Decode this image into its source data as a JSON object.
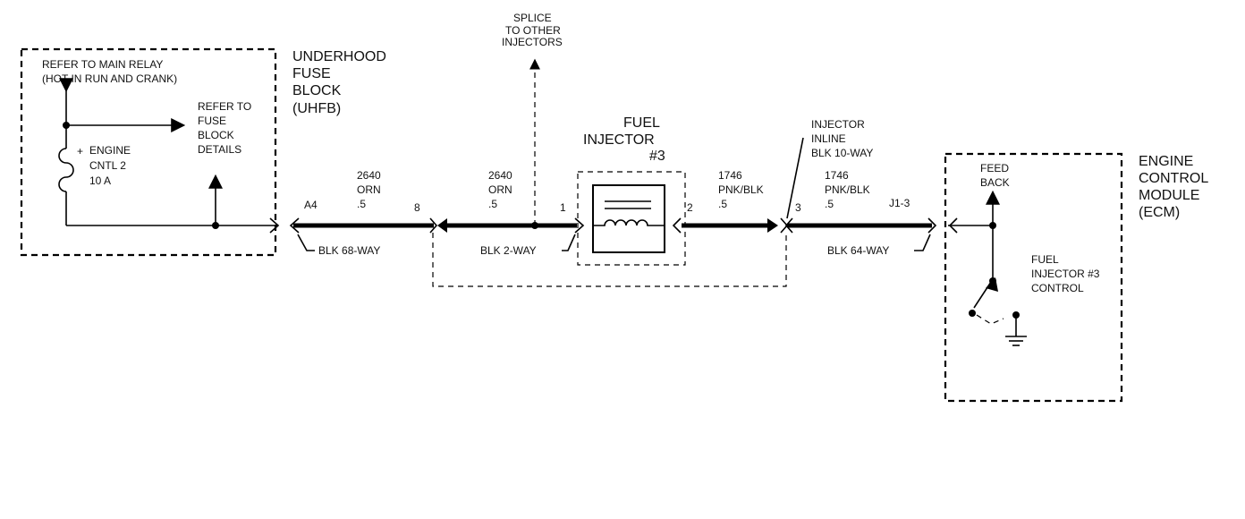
{
  "uhfb": {
    "title_lines": [
      "UNDERHOOD",
      "FUSE",
      "BLOCK",
      "(UHFB)"
    ],
    "main_relay_lines": [
      "REFER TO MAIN RELAY",
      "(HOT IN RUN AND CRANK)"
    ],
    "fuse_details_lines": [
      "REFER TO",
      "FUSE",
      "BLOCK",
      "DETAILS"
    ],
    "fuse_lines": [
      "ENGINE",
      "CNTL 2",
      "10 A"
    ]
  },
  "splice_lines": [
    "SPLICE",
    "TO OTHER",
    "INJECTORS"
  ],
  "injector": {
    "title_lines": [
      "FUEL",
      "INJECTOR",
      "#3"
    ]
  },
  "inline_connector_lines": [
    "INJECTOR",
    "INLINE",
    "BLK 10-WAY"
  ],
  "ecm": {
    "title_lines": [
      "ENGINE",
      "CONTROL",
      "MODULE",
      "(ECM)"
    ],
    "feed_back_lines": [
      "FEED",
      "BACK"
    ],
    "control_lines": [
      "FUEL",
      "INJECTOR #3",
      "CONTROL"
    ]
  },
  "wires": {
    "w1": {
      "circuit": "2640",
      "color": "ORN",
      "gauge": ".5"
    },
    "w2": {
      "circuit": "2640",
      "color": "ORN",
      "gauge": ".5"
    },
    "w3": {
      "circuit": "1746",
      "color": "PNK/BLK",
      "gauge": ".5"
    },
    "w4": {
      "circuit": "1746",
      "color": "PNK/BLK",
      "gauge": ".5"
    }
  },
  "pins": {
    "a4": "A4",
    "p8": "8",
    "p1": "1",
    "p2": "2",
    "p3": "3",
    "j13": "J1-3"
  },
  "connectors": {
    "blk68": "BLK 68-WAY",
    "blk2": "BLK 2-WAY",
    "blk64": "BLK 64-WAY"
  },
  "fuse_polarity": "+"
}
